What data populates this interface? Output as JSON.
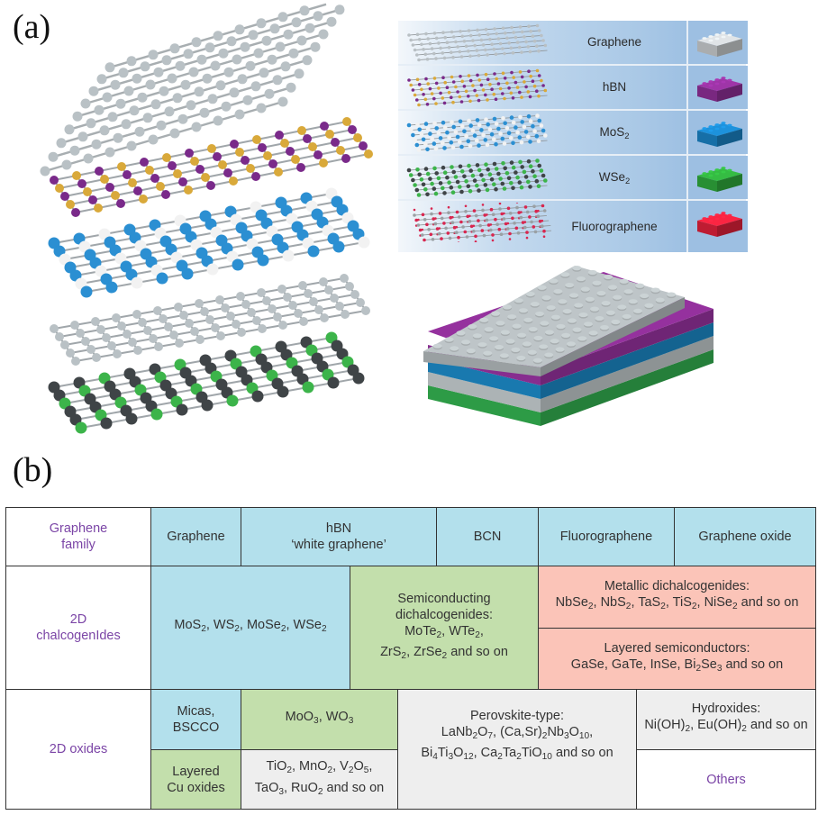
{
  "panels": {
    "a_label": "(a)",
    "b_label": "(b)"
  },
  "legend": {
    "items": [
      {
        "name": "Graphene",
        "brick_color": "#c8ccce",
        "atom_colors": [
          "#b9c0c4"
        ]
      },
      {
        "name": "hBN",
        "brick_color": "#8e2f96",
        "atom_colors": [
          "#7a2a8a",
          "#d9a93a"
        ]
      },
      {
        "name": "MoS",
        "sub": "2",
        "brick_color": "#1a82c4",
        "atom_colors": [
          "#2b8fd2",
          "#f2f2f2"
        ]
      },
      {
        "name": "WSe",
        "sub": "2",
        "brick_color": "#2fa83c",
        "atom_colors": [
          "#3f4447",
          "#3cb44a"
        ]
      },
      {
        "name": "Fluorographene",
        "brick_color": "#e0213b",
        "atom_colors": [
          "#9aa0a4",
          "#d8264f"
        ]
      }
    ]
  },
  "lego_stack": {
    "layer_colors": [
      "#b5bcbe",
      "#8e2f96",
      "#1a7fb8",
      "#b5bcbe",
      "#2fa34a"
    ]
  },
  "table": {
    "rows": [
      {
        "label": "Graphene\nfamily",
        "cells": [
          {
            "text": "Graphene",
            "color": "blue"
          },
          {
            "text": "hBN\n‘white graphene’",
            "color": "blue"
          },
          {
            "text": "BCN",
            "color": "blue"
          },
          {
            "text": "Fluorographene",
            "color": "blue"
          },
          {
            "text": "Graphene oxide",
            "color": "blue"
          }
        ]
      },
      {
        "label": "2D\nchalcogenIdes",
        "cells": [
          {
            "html": "MoS<span class='sub'>2</span>, WS<span class='sub'>2</span>, MoSe<span class='sub'>2</span>, WSe<span class='sub'>2</span>",
            "text": "MoS2, WS2, MoSe2, WSe2",
            "color": "blue"
          },
          {
            "html": "Semiconducting<br>dichalcogenides:<br>MoTe<span class='sub'>2</span>, WTe<span class='sub'>2</span>,<br>ZrS<span class='sub'>2</span>, ZrSe<span class='sub'>2</span> and so on",
            "text": "Semiconducting dichalcogenides: MoTe2, WTe2, ZrS2, ZrSe2 and so on",
            "color": "green"
          },
          {
            "html": "Metallic dichalcogenides:<br>NbSe<span class='sub'>2</span>, NbS<span class='sub'>2</span>, TaS<span class='sub'>2</span>, TiS<span class='sub'>2</span>, NiSe<span class='sub'>2</span> and so on",
            "text": "Metallic dichalcogenides: NbSe2, NbS2, TaS2, TiS2, NiSe2 and so on",
            "color": "pink"
          },
          {
            "html": "Layered semiconductors:<br>GaSe, GaTe, InSe, Bi<span class='sub'>2</span>Se<span class='sub'>3</span> and so on",
            "text": "Layered semiconductors: GaSe, GaTe, InSe, Bi2Se3 and so on",
            "color": "pink"
          }
        ]
      },
      {
        "label": "2D oxides",
        "cells": [
          {
            "html": "Micas,<br>BSCCO",
            "text": "Micas, BSCCO",
            "color": "blue"
          },
          {
            "html": "MoO<span class='sub'>3</span>, WO<span class='sub'>3</span>",
            "text": "MoO3, WO3",
            "color": "green"
          },
          {
            "html": "Layered<br>Cu oxides",
            "text": "Layered Cu oxides",
            "color": "green"
          },
          {
            "html": "TiO<span class='sub'>2</span>, MnO<span class='sub'>2</span>, V<span class='sub'>2</span>O<span class='sub'>5</span>,<br>TaO<span class='sub'>3</span>, RuO<span class='sub'>2</span> and so on",
            "text": "TiO2, MnO2, V2O5, TaO3, RuO2 and so on",
            "color": "grey"
          },
          {
            "html": "Perovskite-type:<br>LaNb<span class='sub'>2</span>O<span class='sub'>7</span>, (Ca,Sr)<span class='sub'>2</span>Nb<span class='sub'>3</span>O<span class='sub'>10</span>,<br>Bi<span class='sub'>4</span>Ti<span class='sub'>3</span>O<span class='sub'>12</span>, Ca<span class='sub'>2</span>Ta<span class='sub'>2</span>TiO<span class='sub'>10</span> and so on",
            "text": "Perovskite-type: LaNb2O7, (Ca,Sr)2Nb3O10, Bi4Ti3O12, Ca2Ta2TiO10 and so on",
            "color": "grey"
          },
          {
            "html": "Hydroxides:<br>Ni(OH)<span class='sub'>2</span>, Eu(OH)<span class='sub'>2</span> and so on",
            "text": "Hydroxides: Ni(OH)2, Eu(OH)2 and so on",
            "color": "grey"
          },
          {
            "text": "Others",
            "color": "white"
          }
        ]
      }
    ]
  }
}
